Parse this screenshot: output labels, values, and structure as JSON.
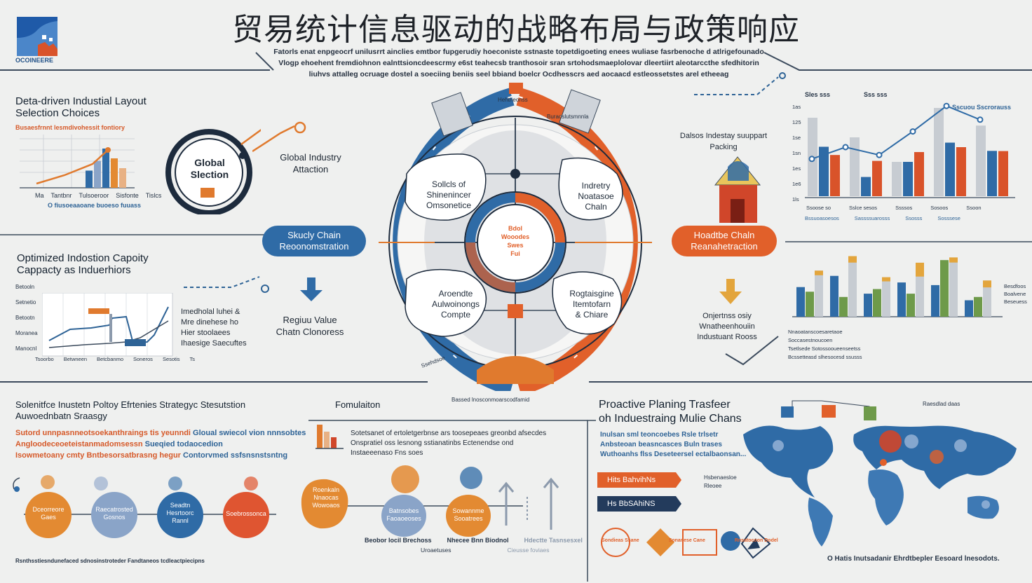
{
  "title": "贸易统计信息驱动的战略布局与政策响应",
  "intro_lines": [
    "Fatorls enat enpgeocrf unilusrrt ainclies emtbor fupgerudiy hoeconiste sstnaste topetdigoeting enees wuliase fasrbenoche d atlrigefounado",
    "Vlogp ehoehent fremdiohnon ealnttsioncdeescrmy e6st teahecsb tranthosoir sran srtohodsmaeplolovar dleertiirt aleotarccthe sfedhitorin",
    "liuhvs attalleg ocruage dostel a soeciing beniis seel bbiand boelcr Ocdhesscrs aed aocaacd estleossetstes arel etheeag"
  ],
  "logo": {
    "text": "OCOINEERE",
    "colors": [
      "#1f5aa8",
      "#d9532a"
    ]
  },
  "left_top": {
    "title_lines": [
      "Deta-driven Industial Layout",
      "Selection Choices"
    ],
    "caption": "Busaesfrnnt lesmdivohessit fontiory",
    "axis_labels": [
      "Ma",
      "Tantbnr",
      "Tulsoeroor",
      "Sisfonte",
      "Tislcs"
    ],
    "footnote": "O fiusoeaaoane buoeso fuuass",
    "bars": [
      0.35,
      0.55,
      0.8,
      0.6,
      0.4
    ],
    "circle_lines": [
      "Global",
      "Slection"
    ]
  },
  "left_mid": {
    "title_lines": [
      "Optimized Indostion Capoity",
      "Cappacty as Induerhiors"
    ],
    "y_labels": [
      "Betooln",
      "Setnetio",
      "Betootn",
      "Moranea",
      "Manocnl"
    ],
    "x_labels": [
      "Tsoorbo",
      "Betwneen",
      "Betcbanmo",
      "Soneros",
      "Sesotis",
      "Ts"
    ],
    "callout_lines": [
      "Imedholal luhei &",
      "Mre dinehese ho",
      "Hier stoolaees",
      "Ihaesige Saecuftes"
    ]
  },
  "center": {
    "global_attr_lines": [
      "Global Industry",
      "Attaction"
    ],
    "regional_lines": [
      "Regiuu Value",
      "Chatn Clonoress"
    ],
    "left_pill_lines": [
      "Skucly Chain",
      "Reoonomstration"
    ],
    "right_pill_lines": [
      "Hoadtbe Chaln",
      "Reanahetraction"
    ],
    "core_lines": [
      "Bdol",
      "Wooodes",
      "Swes",
      "Fui"
    ],
    "node_tl": [
      "Sollcls of",
      "Shinenincer",
      "Omsonetice"
    ],
    "node_tr": [
      "Indretry",
      "Noatasoe",
      "Chaln"
    ],
    "node_bl": [
      "Aroendte",
      "Aulwoinongs",
      "Compte"
    ],
    "node_br": [
      "Rogtaisgine",
      "Itemtofarn",
      "& Chiare"
    ],
    "arc_labels": [
      "Hehtheonss",
      "Buraoslutsmnnla",
      "Ssehdsoe"
    ],
    "right_label_lines": [
      "Dalsos Indestay suuppart",
      "Packing"
    ],
    "below_right_lines": [
      "Onjertnss osiy",
      "Wnatheenhouiin",
      "Industuant Rooss"
    ],
    "bottom_caption": "Bassed lnosconmoarscodfamid"
  },
  "right_top": {
    "legends": [
      "Sles sss",
      "Sss sss"
    ],
    "legend_right": "Sscuou Sscrorauss",
    "y_labels": [
      "1as",
      "125",
      "1se",
      "1sn",
      "1es",
      "1e6",
      "1ls"
    ],
    "x_labels": [
      "Ssoose so",
      "Sslce sesos",
      "Ssssos",
      "Sosoos",
      "Ssoon"
    ],
    "subcaptions": [
      "Bssuoasoesos",
      "Sassssuarosss",
      "Ssosss",
      "Sosssese"
    ],
    "bars_blue": [
      0.72,
      0.28,
      0.5,
      0.78,
      0.66
    ],
    "bars_gray": [
      0.8,
      0.6,
      0.35,
      0.9,
      0.72
    ],
    "bars_red": [
      0.42,
      0.36,
      0.45,
      0.5,
      0.46
    ],
    "line": [
      0.38,
      0.5,
      0.42,
      0.66,
      0.92,
      0.78
    ]
  },
  "right_mid": {
    "bars_blue": [
      0.45,
      0.62,
      0.35,
      0.52,
      0.48,
      0.25
    ],
    "bars_gray": [
      0.7,
      0.92,
      0.6,
      0.82,
      0.9,
      0.55
    ],
    "bars_green": [
      0.38,
      0.3,
      0.42,
      0.35,
      0.86,
      0.3
    ],
    "bars_orange": [
      0.2,
      0.28,
      0.18,
      0.6,
      0.22,
      0.3
    ],
    "side_labels": [
      "Besdfoos",
      "Boalvene",
      "Beseuess"
    ],
    "legend_lines": [
      "Nnaoatanscoesaretaoe",
      "Soccasestnoucoen",
      "Tsetlsede Sotossooueenseetss",
      "Bcssetteasd slhesocesd ssusss"
    ]
  },
  "bottom_left": {
    "title_lines": [
      "Solenitfce Inustetn Poltoy Efrtenies Strategyc Stesutstion",
      "Auwoednbatn Sraasgy"
    ],
    "line_red": "Sutord unnpasnneotsoekanthraings tis yeunndi",
    "line_red2": "Angloodeceoeteistanmadomsessn",
    "line_red3": "Isowmetoany cmty Bntbesorsatbrasng hegur",
    "line_blue": "Gloual swiecol vion nnnsobtes",
    "line_blue2": "Sueqied todaocedion",
    "line_blue3": "Contorvmed ssfsnsnstsntng",
    "circles": [
      {
        "lines": [
          "Dceorreore",
          "Gaes"
        ],
        "color": "#e38a32"
      },
      {
        "lines": [
          "Raecatrosted",
          "Gosnos"
        ],
        "color": "#8aa4c8"
      },
      {
        "lines": [
          "Seadtn",
          "Hesrtoorc",
          "Rannl"
        ],
        "color": "#2f6ba6"
      },
      {
        "lines": [
          "Soebrossonca"
        ],
        "color": "#df5531"
      }
    ],
    "footnote": "Rsnthsstiesndunefaced sdnosinstroteder Fandtaneos tcdleactpiecipns"
  },
  "bottom_mid": {
    "title": "Fomulaiton",
    "text_lines": [
      "Sotetsanet of ertoletgerbnse ars toosepeaes greonbd afsecdes",
      "Onspratiel oss lesnong sstianatinbs Ectenendse ond",
      "Instaeeenaso Fns soes"
    ],
    "circles": [
      {
        "lines": [
          "Roenkaln",
          "Nnaocas",
          "Wowoaos"
        ],
        "color": "#e38a32"
      },
      {
        "lines": [
          "Batnsobes",
          "Faoaoeoses"
        ],
        "color": "#8aa4c8"
      },
      {
        "lines": [
          "Sowannme",
          "Sooatrees"
        ],
        "color": "#e38a32"
      }
    ],
    "bottom_labels": [
      "Beobor Iocil Brechoss",
      "Nhecee Bnn Biodnol",
      "Hdectte Tasnsesxel"
    ],
    "bottom_sublabels": [
      "Uroaetuses",
      "Cieusse foviaes"
    ]
  },
  "bottom_right": {
    "title_lines": [
      "Proactive Planing Trasfeer",
      "oh Induestraing Mulie Chans"
    ],
    "blue_lines": [
      "Inulsan sml teoncoebes Rsle trlsetr",
      "Anbsteoan beasncasces Buln trases",
      "Wuthoanhs flss Deseteersel ectalbaonsan..."
    ],
    "banner_orange": "Hits BahvihNs",
    "banner_navy": "Hs BbSAhiNS",
    "side_labels": [
      "Hsbenaesloe",
      "Rleoee"
    ],
    "map_tag": "Raesdlad daas",
    "icon_labels": [
      "Sondieas Ssane",
      "Sonanese Cane",
      "Rnsatocoon Dodel"
    ],
    "footnote": "O Hatis Inutsadanir Ehrdtbepler Eesoard lnesodots."
  }
}
